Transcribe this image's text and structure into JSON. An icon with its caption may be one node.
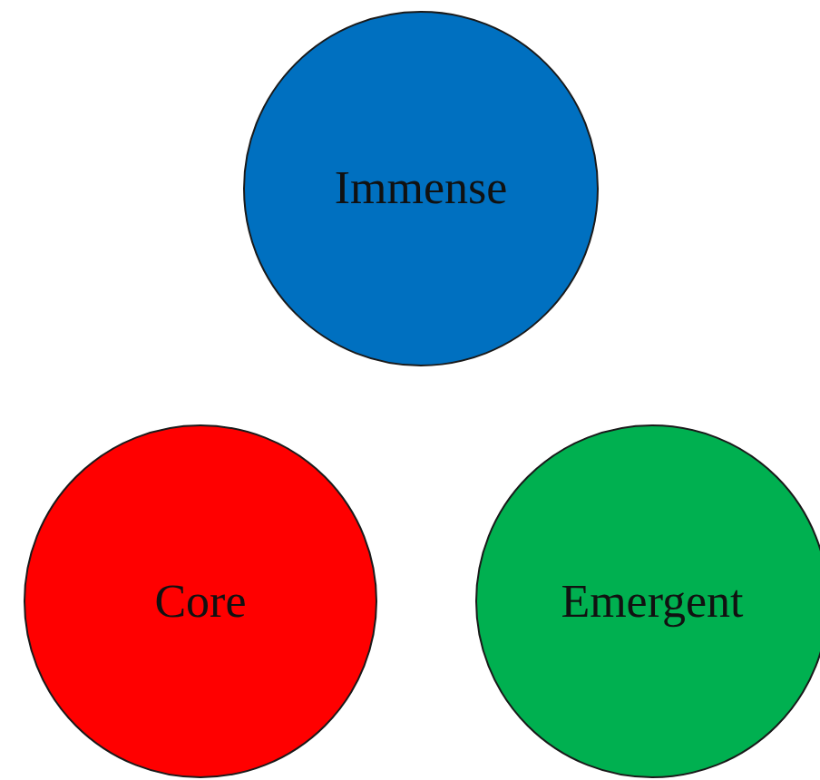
{
  "diagram": {
    "nodes": [
      {
        "text": [
          "Immense"
        ]
      },
      {
        "text": [
          "Core"
        ]
      },
      {
        "text": [
          "Emergent"
        ]
      }
    ]
  }
}
